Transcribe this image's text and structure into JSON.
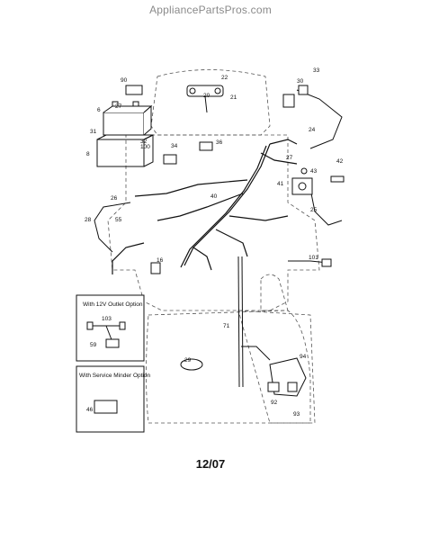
{
  "watermark": "AppliancePartsPros.com",
  "revision": "12/07",
  "option_boxes": {
    "outlet": {
      "title": "With 12V Outlet Option",
      "labels": [
        "103",
        "59"
      ]
    },
    "service": {
      "title": "With Service Minder Option",
      "labels": [
        "46"
      ]
    }
  },
  "part_labels": [
    "90",
    "22",
    "20",
    "21",
    "33",
    "30",
    "27",
    "6",
    "31",
    "32",
    "100",
    "8",
    "36",
    "34",
    "24",
    "27",
    "42",
    "43",
    "41",
    "25",
    "26",
    "40",
    "28",
    "55",
    "16",
    "101",
    "71",
    "29",
    "94",
    "92",
    "93"
  ]
}
